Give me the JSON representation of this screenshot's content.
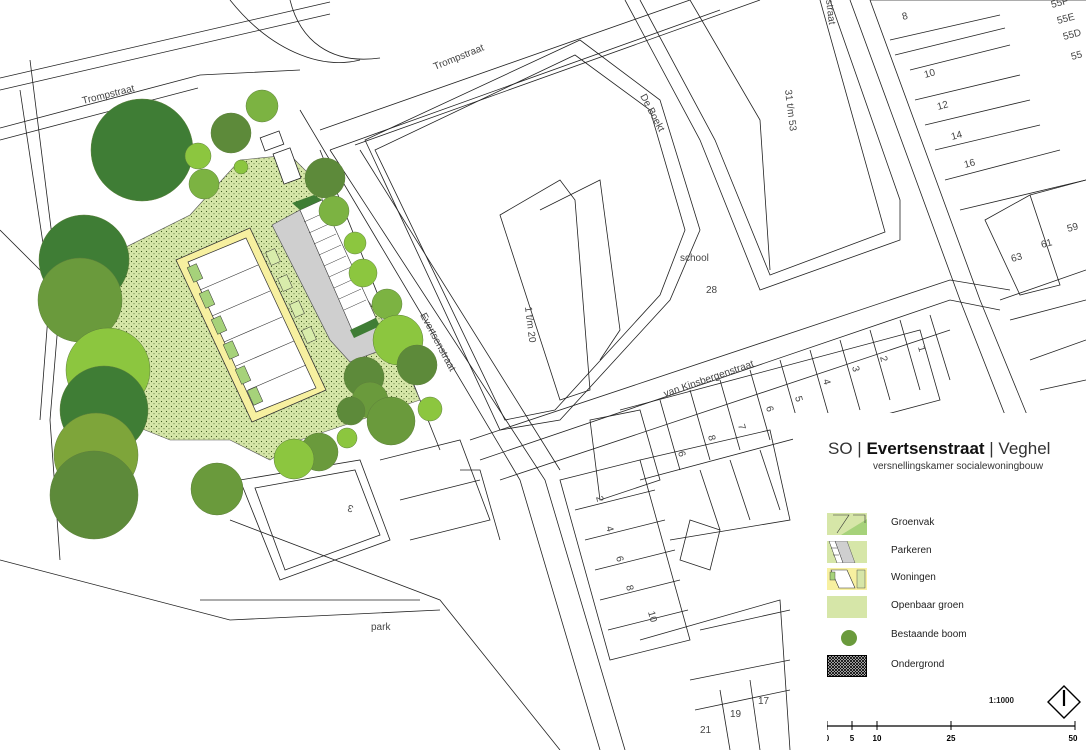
{
  "map": {
    "street_labels": {
      "trompstraat_1": "Trompstraat",
      "trompstraat_2": "Trompstraat",
      "de_boekt": "De Boekt",
      "evertsenstraat": "Evertsenstraat",
      "van_kinsbergenstraat": "van Kinsbergenstraat",
      "range_1_20": "1 t/m 20",
      "range_31_53": "31 t/m 53",
      "vertical_top_right": "straat"
    },
    "place_labels": {
      "school": "school",
      "park": "park"
    },
    "house_numbers": {
      "n28": "28",
      "n3": "3",
      "n8": "8",
      "n10": "10",
      "n12": "12",
      "n14": "14",
      "n16": "16",
      "n55F": "55F",
      "n55E": "55E",
      "n55D": "55D",
      "n55": "55",
      "n63": "63",
      "n61": "61",
      "n59": "59",
      "k1": "1",
      "k2": "2",
      "k3": "3",
      "k4": "4",
      "k5": "5",
      "k6": "6",
      "k7": "7",
      "k8": "8",
      "k9": "6",
      "l2": "2",
      "l4": "4",
      "l6": "6",
      "l8": "8",
      "l10": "10",
      "b17": "17",
      "b19": "19",
      "b21": "21"
    }
  },
  "legend": {
    "title_prefix": "SO | ",
    "title_main": "Evertsenstraat",
    "title_suffix": " | Veghel",
    "subtitle": "versnellingskamer socialewoningbouw",
    "items": [
      {
        "label": "Groenvak",
        "icon": "green-plot-swatch"
      },
      {
        "label": "Parkeren",
        "icon": "parking-swatch"
      },
      {
        "label": "Woningen",
        "icon": "housing-swatch"
      },
      {
        "label": "Openbaar groen",
        "icon": "public-green-swatch"
      },
      {
        "label": "Bestaande boom",
        "icon": "tree-dot-swatch"
      },
      {
        "label": "Ondergrond",
        "icon": "hatched-swatch"
      }
    ],
    "scale": "1:1000",
    "scalebar_ticks": [
      "0",
      "5",
      "10",
      "25",
      "50"
    ]
  },
  "colors": {
    "public_green": "#d6e6a8",
    "housing_border": "#f7f0a0",
    "parking": "#cfcfcf",
    "tree_dark": "#3f7d35",
    "tree_mid": "#6a9a3c",
    "tree_light": "#8cc63f"
  }
}
